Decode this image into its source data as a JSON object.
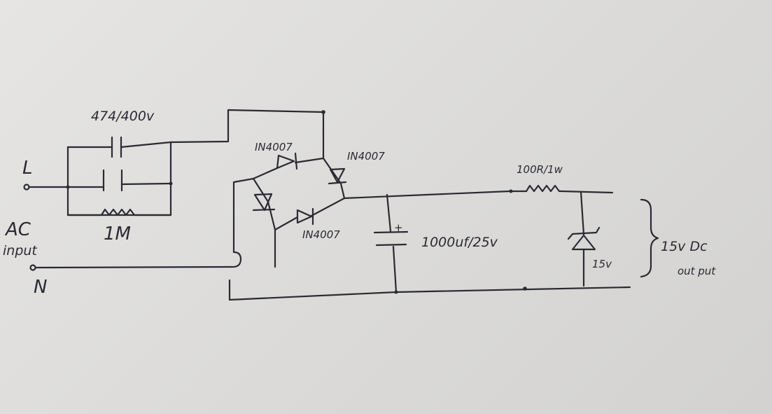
{
  "labels": {
    "line_terminal": "L",
    "neutral_terminal": "N",
    "ac_input_line1": "AC",
    "ac_input_line2": "input",
    "cap_x_rating": "474/400v",
    "bleeder_resistor": "1M",
    "diode_top_left": "IN4007",
    "diode_top_right": "IN4007",
    "diode_bottom": "IN4007",
    "filter_cap": "1000uf/25v",
    "cap_polarity": "+",
    "series_resistor": "100R/1w",
    "zener": "15v",
    "output_line1": "15v Dc",
    "output_line2": "out put"
  }
}
